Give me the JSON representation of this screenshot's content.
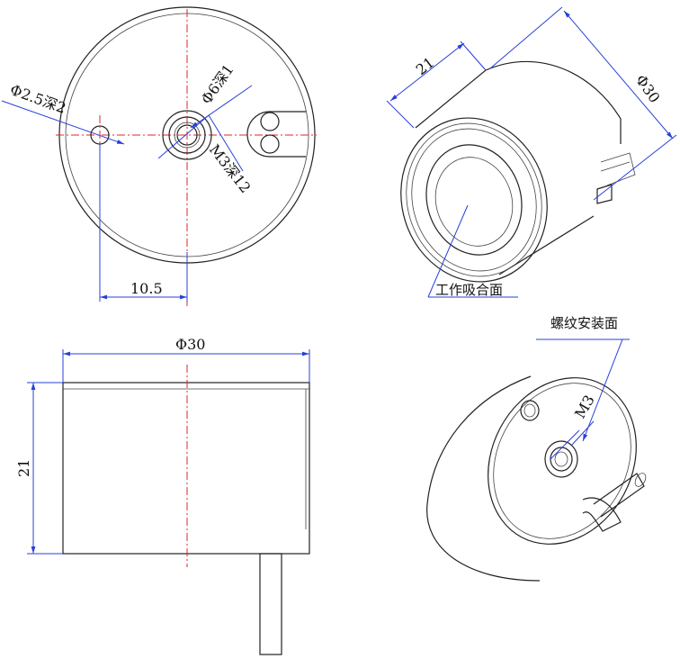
{
  "dimensions": {
    "hole_small": "Φ2.5深2",
    "counterbore": "Φ6深1",
    "thread_hole": "M3深12",
    "offset": "10.5",
    "diameter_top": "Φ30",
    "height_iso": "21",
    "diameter_iso": "Φ30",
    "height_side": "21",
    "thread_iso": "M3"
  },
  "notes": {
    "working_face": "工作吸合面",
    "mounting_face": "螺纹安装面"
  }
}
